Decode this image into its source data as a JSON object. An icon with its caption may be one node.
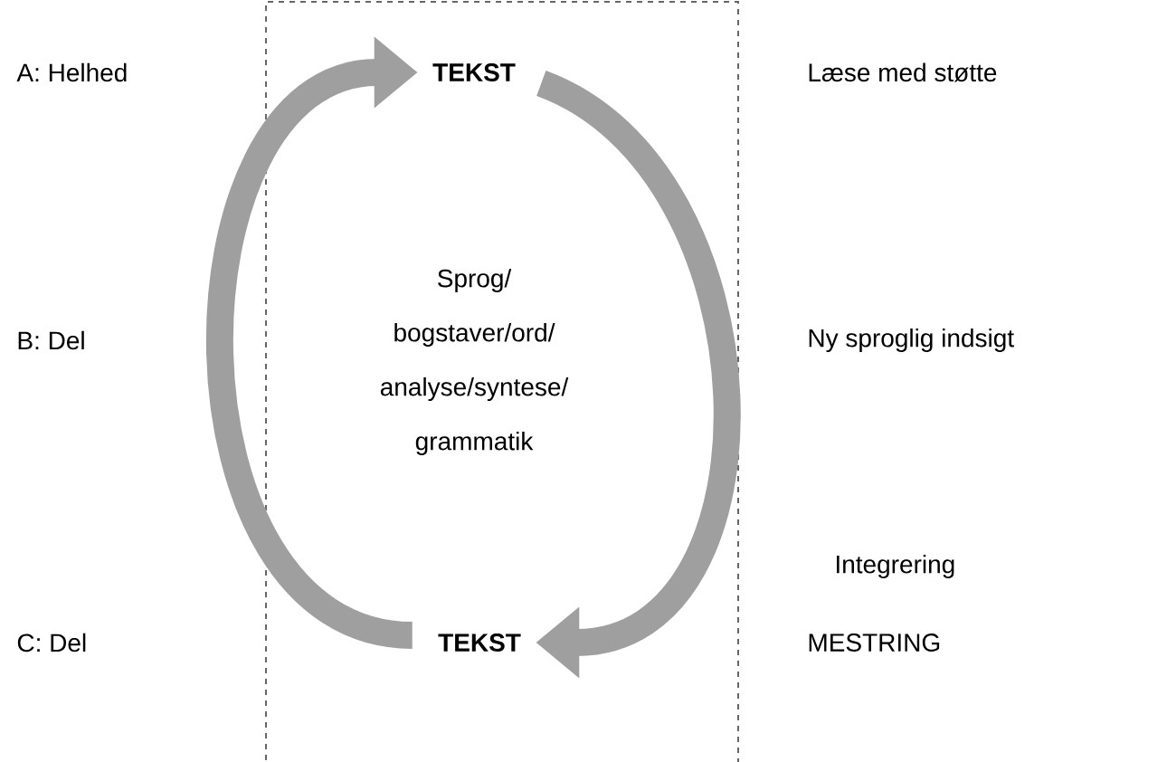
{
  "diagram": {
    "nodes": [
      {
        "text": [],
        "shape": "box"
      },
      {
        "text": [
          "TEKST"
        ],
        "in": 0
      },
      {
        "text": [
          "TEKST"
        ],
        "in": 0
      }
    ],
    "edges": [
      {
        "from": 1,
        "to": 2,
        "arrow": "to"
      },
      {
        "from": 2,
        "to": 1,
        "arrow": "to"
      }
    ],
    "labels": [
      "A: Helhed",
      "Læse med støtte",
      "Sprog/ bogstaver/ord/ analyse/syntese/ grammatik",
      "B: Del",
      "Ny sproglig indsigt",
      "Integrering",
      "C: Del",
      "MESTRING"
    ]
  }
}
